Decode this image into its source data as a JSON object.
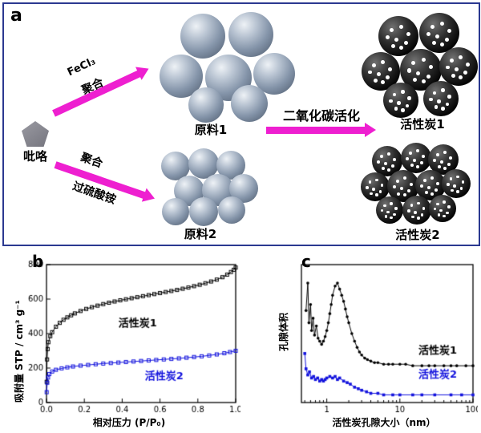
{
  "panels": {
    "a": "a",
    "b": "b",
    "c": "c"
  },
  "colors": {
    "panel_border": "#2b3990",
    "arrow_magenta": "#ee1fd0",
    "series1_black": "#000000",
    "series2_blue": "#1414dd",
    "sphere_gray": "#8fa0b4",
    "sphere_black": "#0d0d0d"
  },
  "schematic": {
    "pyrrole_label": "吡咯",
    "route1_reagent": "FeCl₃",
    "route1_step": "聚合",
    "route2_step": "聚合",
    "route2_reagent": "过硫酸铵",
    "product1_label": "原料1",
    "product2_label": "原料2",
    "activation_label": "二氧化碳活化",
    "carbon1_label": "活性炭1",
    "carbon2_label": "活性炭2"
  },
  "chart_data": [
    {
      "id": "isotherm",
      "type": "scatter",
      "panel": "b",
      "xlabel": "相对压力 (P/P₀)",
      "ylabel": "吸附量 STP / cm³ g⁻¹",
      "xscale": "linear",
      "xlim": [
        0,
        1.0
      ],
      "ylim": [
        0,
        800
      ],
      "xticks": [
        0,
        0.2,
        0.4,
        0.6,
        0.8,
        1.0
      ],
      "yticks": [
        0,
        200,
        400,
        600,
        800
      ],
      "grid": false,
      "series": [
        {
          "name": "活性炭1",
          "color": "#000000",
          "marker": "open-square",
          "label_pos": [
            0.38,
            440
          ],
          "x": [
            0.001,
            0.003,
            0.006,
            0.01,
            0.02,
            0.03,
            0.05,
            0.07,
            0.09,
            0.11,
            0.13,
            0.15,
            0.18,
            0.21,
            0.24,
            0.27,
            0.3,
            0.33,
            0.36,
            0.39,
            0.42,
            0.45,
            0.48,
            0.51,
            0.54,
            0.57,
            0.6,
            0.63,
            0.66,
            0.69,
            0.72,
            0.75,
            0.78,
            0.81,
            0.84,
            0.87,
            0.9,
            0.93,
            0.955,
            0.975,
            0.99,
            1.0
          ],
          "y": [
            120,
            250,
            310,
            350,
            385,
            408,
            440,
            462,
            480,
            494,
            506,
            517,
            531,
            543,
            553,
            562,
            571,
            579,
            586,
            593,
            599,
            605,
            611,
            617,
            623,
            629,
            635,
            641,
            647,
            653,
            660,
            667,
            675,
            683,
            692,
            702,
            713,
            727,
            742,
            757,
            770,
            783
          ]
        },
        {
          "name": "活性炭2",
          "color": "#1414dd",
          "marker": "open-square",
          "label_pos": [
            0.52,
            135
          ],
          "x": [
            0.001,
            0.004,
            0.008,
            0.015,
            0.03,
            0.05,
            0.08,
            0.11,
            0.14,
            0.18,
            0.22,
            0.26,
            0.3,
            0.34,
            0.38,
            0.42,
            0.46,
            0.5,
            0.54,
            0.58,
            0.62,
            0.66,
            0.7,
            0.74,
            0.78,
            0.82,
            0.86,
            0.9,
            0.94,
            0.97,
            1.0
          ],
          "y": [
            60,
            115,
            145,
            165,
            180,
            190,
            198,
            204,
            209,
            214,
            218,
            222,
            226,
            229,
            232,
            235,
            238,
            241,
            244,
            247,
            250,
            253,
            256,
            260,
            264,
            268,
            273,
            279,
            286,
            293,
            300
          ]
        }
      ]
    },
    {
      "id": "psd",
      "type": "line",
      "panel": "c",
      "xlabel": "活性炭孔隙大小（nm）",
      "ylabel": "孔隙体积",
      "xscale": "log",
      "xlim": [
        0.45,
        100
      ],
      "ylim": [
        0,
        0.9
      ],
      "xticks": [
        1,
        10,
        100
      ],
      "yticks": [],
      "grid": false,
      "series": [
        {
          "name": "活性炭1",
          "color": "#000000",
          "marker": "dot",
          "label_pos": [
            18,
            0.32
          ],
          "x": [
            0.52,
            0.55,
            0.57,
            0.6,
            0.62,
            0.65,
            0.68,
            0.72,
            0.76,
            0.8,
            0.85,
            0.9,
            0.95,
            1.0,
            1.05,
            1.1,
            1.15,
            1.2,
            1.3,
            1.4,
            1.5,
            1.6,
            1.7,
            1.8,
            1.9,
            2.0,
            2.2,
            2.4,
            2.6,
            2.8,
            3.0,
            3.3,
            3.6,
            4.0,
            4.5,
            5.0,
            6.0,
            7.0,
            8.0,
            10,
            12,
            15,
            20,
            25,
            30,
            40,
            50,
            60,
            80,
            100
          ],
          "y": [
            0.6,
            0.78,
            0.52,
            0.64,
            0.47,
            0.55,
            0.44,
            0.5,
            0.42,
            0.4,
            0.38,
            0.4,
            0.43,
            0.47,
            0.52,
            0.58,
            0.64,
            0.7,
            0.76,
            0.78,
            0.74,
            0.7,
            0.66,
            0.61,
            0.56,
            0.52,
            0.45,
            0.4,
            0.36,
            0.33,
            0.31,
            0.29,
            0.28,
            0.27,
            0.26,
            0.26,
            0.25,
            0.25,
            0.25,
            0.25,
            0.25,
            0.24,
            0.24,
            0.24,
            0.24,
            0.24,
            0.24,
            0.24,
            0.24,
            0.24
          ]
        },
        {
          "name": "活性炭2",
          "color": "#1414dd",
          "marker": "square",
          "label_pos": [
            18,
            0.16
          ],
          "x": [
            0.5,
            0.52,
            0.55,
            0.58,
            0.62,
            0.66,
            0.7,
            0.75,
            0.8,
            0.85,
            0.9,
            0.95,
            1.0,
            1.1,
            1.2,
            1.3,
            1.4,
            1.5,
            1.7,
            1.9,
            2.1,
            2.4,
            2.7,
            3.0,
            3.5,
            4.0,
            5.0,
            6.0,
            8.0,
            10,
            15,
            20,
            30,
            50,
            70,
            100
          ],
          "y": [
            0.32,
            0.22,
            0.18,
            0.2,
            0.16,
            0.17,
            0.15,
            0.16,
            0.14,
            0.15,
            0.14,
            0.15,
            0.16,
            0.17,
            0.16,
            0.17,
            0.15,
            0.16,
            0.14,
            0.13,
            0.12,
            0.1,
            0.09,
            0.08,
            0.07,
            0.06,
            0.06,
            0.05,
            0.05,
            0.05,
            0.05,
            0.05,
            0.05,
            0.05,
            0.05,
            0.05
          ]
        }
      ]
    }
  ]
}
